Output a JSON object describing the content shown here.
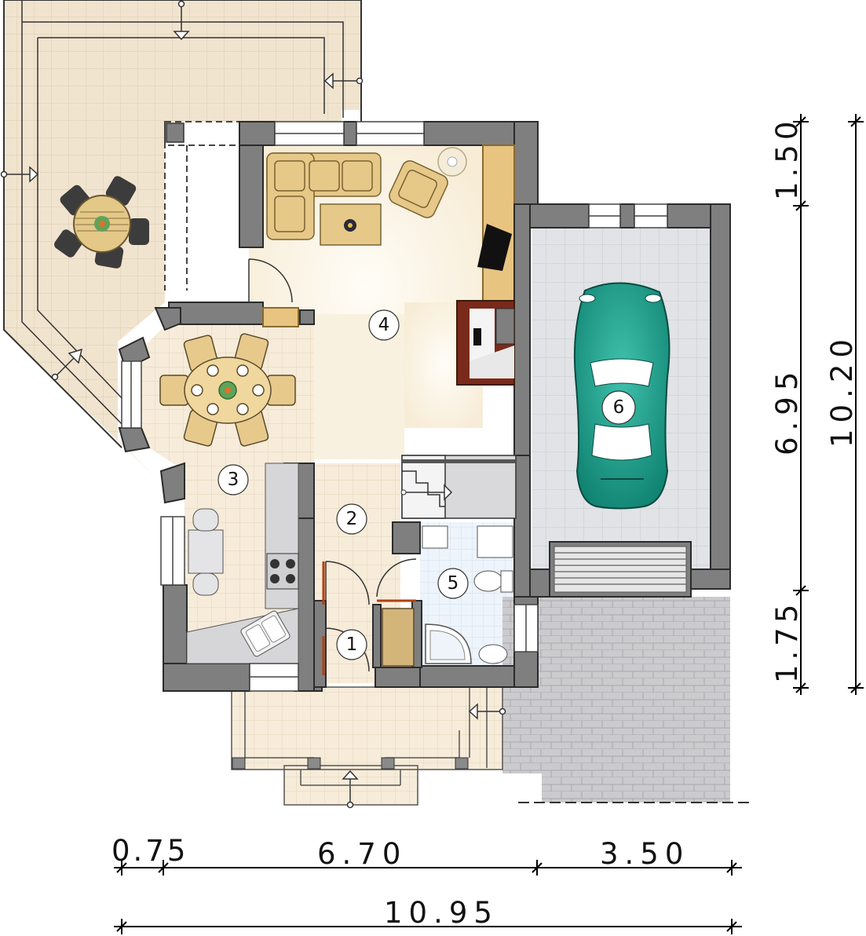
{
  "rooms": [
    {
      "number": "1"
    },
    {
      "number": "2"
    },
    {
      "number": "3"
    },
    {
      "number": "4"
    },
    {
      "number": "5"
    },
    {
      "number": "6"
    }
  ],
  "dimensions": {
    "bottom": {
      "segments": [
        "0.75",
        "6.70",
        "3.50"
      ],
      "total": "10.95"
    },
    "right": {
      "segments": [
        "1.50",
        "6.95",
        "1.75"
      ],
      "total": "10.20"
    }
  },
  "colors": {
    "wall": "#7f7f7f",
    "wall_outline": "#2b2b2b",
    "floor_tile": "#f6ead6",
    "terrace_tile": "#efe3cf",
    "living_floor": "#fbf5e6",
    "garage_floor": "#dcdde0",
    "paving": "#c9c9cc",
    "furniture": "#e6c888",
    "car": "#1a9e8a",
    "bathroom_floor": "#eaf2fb"
  }
}
